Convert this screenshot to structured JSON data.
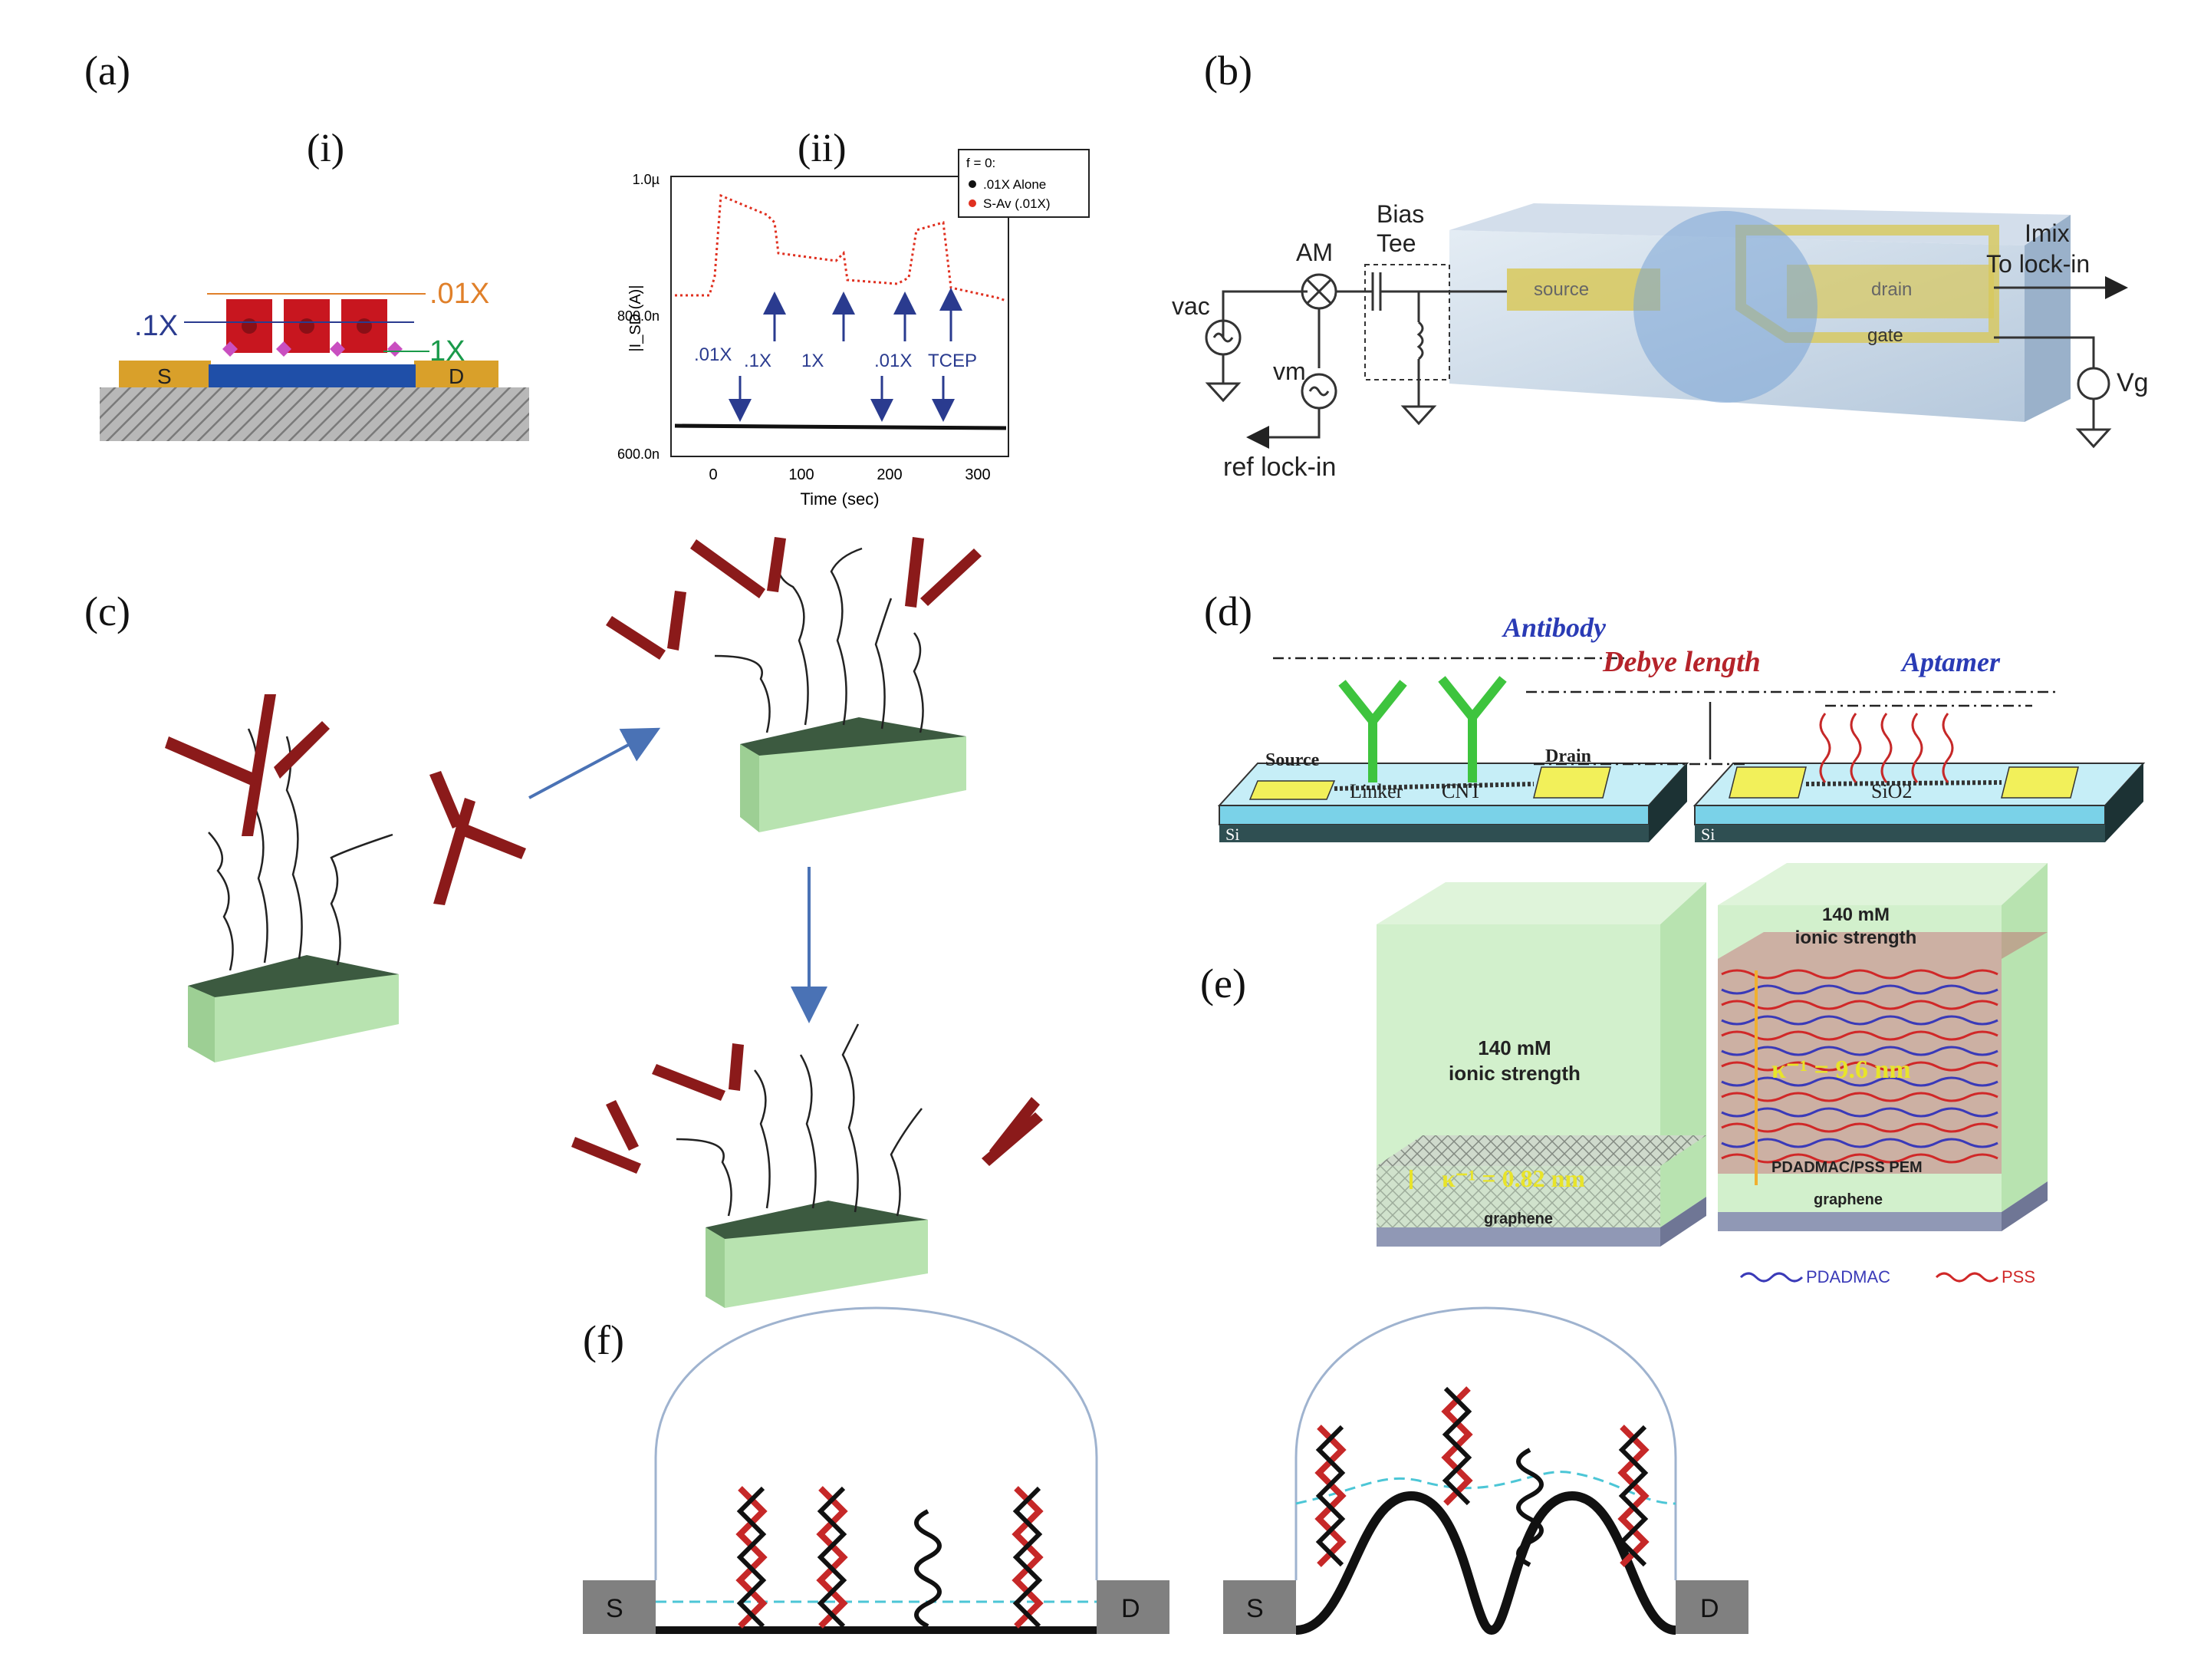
{
  "panels": {
    "a": {
      "label": "(a)",
      "i": {
        "label": "(i)",
        "conc_01": ".01X",
        "conc_1": ".1X",
        "conc_1x": "1X",
        "source": "S",
        "drain": "D"
      },
      "ii": {
        "label": "(ii)",
        "legend_title": "f = 0:",
        "legend_items": [
          {
            "label": ".01X Alone",
            "color": "#111111"
          },
          {
            "label": "S-Av (.01X)",
            "color": "#e03020"
          }
        ],
        "ylabel": "|I_SD (A)|",
        "xlabel": "Time (sec)",
        "y_ticks": [
          "1.0µ",
          "800.0n",
          "600.0n"
        ],
        "x_ticks": [
          "0",
          "100",
          "200",
          "300"
        ],
        "annotations": [
          ".01X",
          ".1X",
          "1X",
          ".01X",
          "TCEP"
        ]
      }
    },
    "b": {
      "label": "(b)",
      "am": "AM",
      "bias_tee": "Bias\nTee",
      "bias_line1": "Bias",
      "bias_line2": "Tee",
      "vac": "vac",
      "vm": "vm",
      "ref_lockin": "ref lock-in",
      "source": "source",
      "drain": "drain",
      "gate": "gate",
      "imix": "Imix",
      "to_lockin": "To lock-in",
      "vg": "Vg"
    },
    "c": {
      "label": "(c)"
    },
    "d": {
      "label": "(d)",
      "antibody": "Antibody",
      "debye": "Debye length",
      "aptamer": "Aptamer",
      "source": "Source",
      "drain": "Drain",
      "linker": "Linker",
      "cnt": "CNT",
      "si_left": "Si",
      "si_right": "Si",
      "sio2": "SiO2"
    },
    "e": {
      "label": "(e)",
      "ionic1": "140 mM",
      "ionic2": "ionic strength",
      "kappa_left": "κ⁻¹ = 0.82 nm",
      "kappa_right": "κ⁻¹ = 9.6 nm",
      "graphene": "graphene",
      "pem": "PDADMAC/PSS PEM",
      "legend_pdadmac": "PDADMAC",
      "legend_pss": "PSS",
      "colors": {
        "pdadmac": "#3a3ab8",
        "pss": "#d02828"
      }
    },
    "f": {
      "label": "(f)",
      "source": "S",
      "drain": "D"
    }
  }
}
